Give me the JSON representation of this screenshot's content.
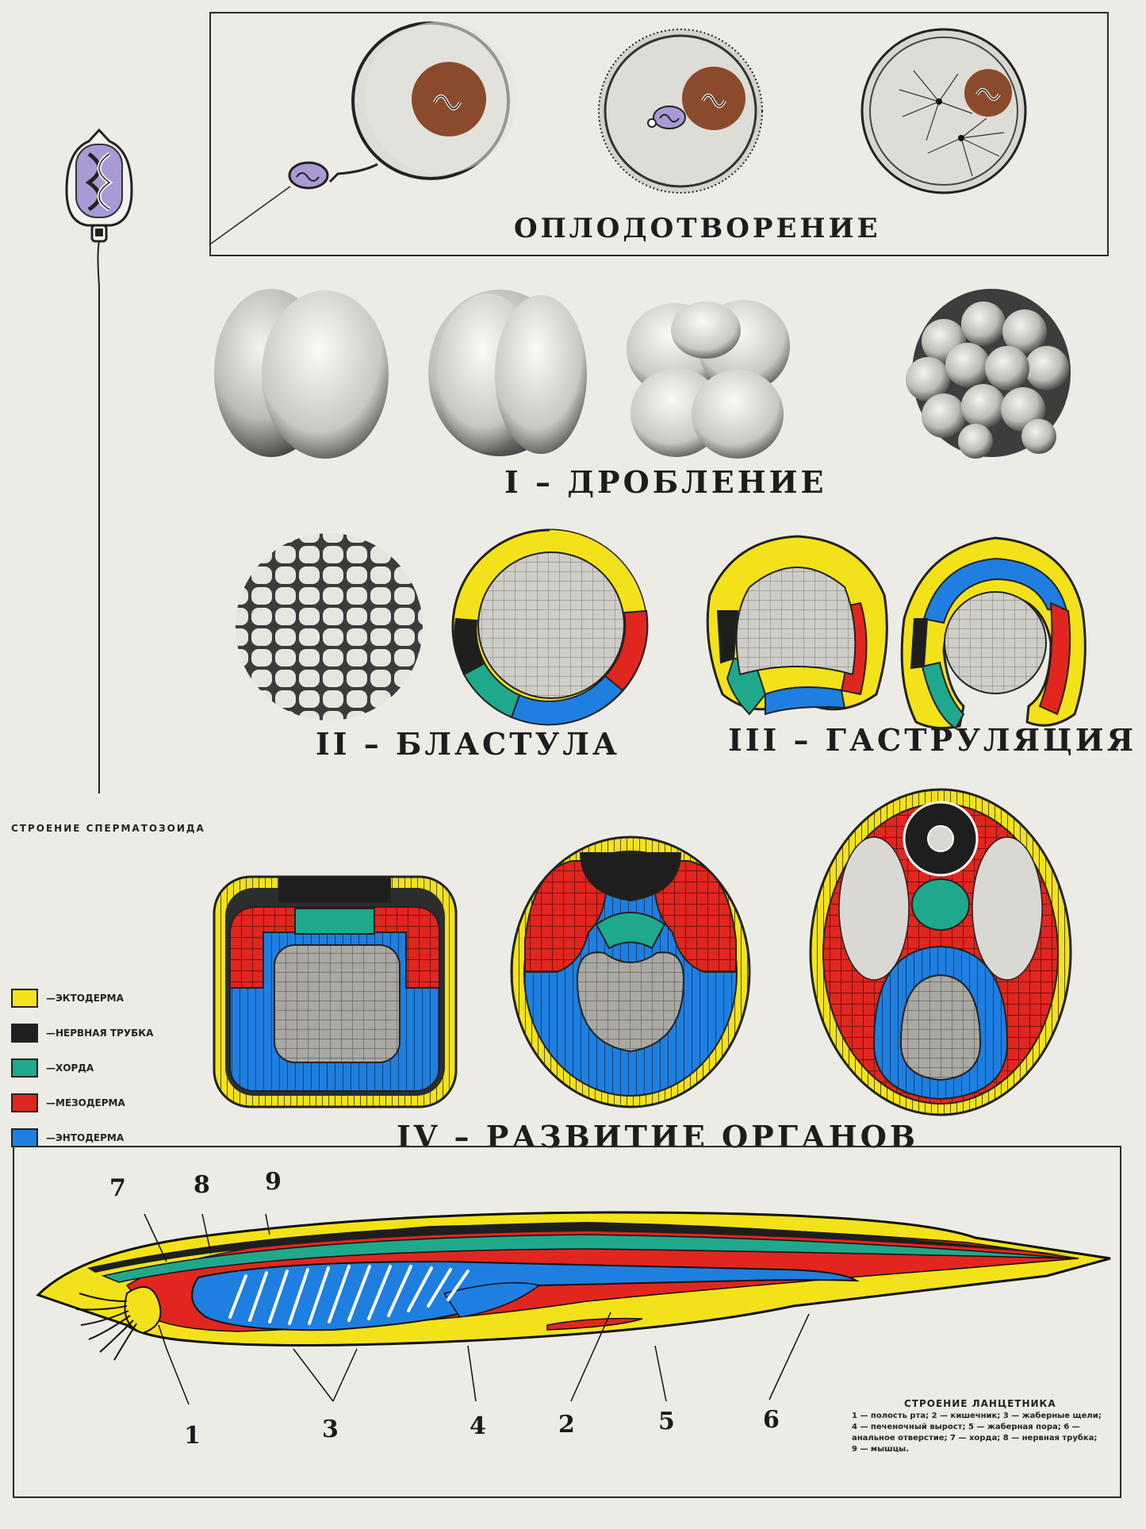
{
  "titles": {
    "fertilization": "ОПЛОДОТВОРЕНИЕ",
    "cleavage": "I – ДРОБЛЕНИЕ",
    "blastula": "II – БЛАСТУЛА",
    "gastrulation": "III – ГАСТРУЛЯЦИЯ",
    "organ_development": "IV – РАЗВИТИЕ  ОРГАНОВ",
    "sperm_structure": "СТРОЕНИЕ СПЕРМАТОЗОИДА"
  },
  "legend": [
    {
      "label": "—ЭКТОДЕРМА",
      "color": "#f3e21a"
    },
    {
      "label": "—НЕРВНАЯ ТРУБКА",
      "color": "#1e1e1e"
    },
    {
      "label": "—ХОРДА",
      "color": "#1fa88c"
    },
    {
      "label": "—МЕЗОДЕРМА",
      "color": "#e0261f"
    },
    {
      "label": "—ЭНТОДЕРМА",
      "color": "#1e7fe0"
    }
  ],
  "lancelet": {
    "title": "СТРОЕНИЕ ЛАНЦЕТНИКА",
    "description": "1 — полость рта; 2 — кишечник; 3 — жаберные щели; 4 — печеночный вырост; 5 — жаберная пора; 6 — анальное отверстие; 7 — хорда; 8 — нервная трубка; 9 — мышцы.",
    "numbers": [
      "7",
      "8",
      "9",
      "1",
      "3",
      "4",
      "2",
      "5",
      "6"
    ]
  },
  "colors": {
    "ectoderm": "#f3e21a",
    "neural_tube": "#1e1e1e",
    "chord": "#1fa88c",
    "mesoderm": "#e0261f",
    "endoderm": "#1e7fe0",
    "nucleus": "#8b4a2b",
    "sperm_head": "#a99ad6"
  }
}
